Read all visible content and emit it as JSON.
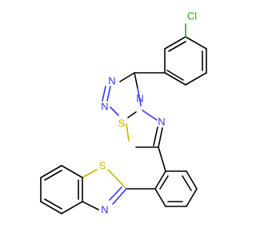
{
  "molecule": {
    "atom_labels": {
      "chlorine": "Cl",
      "triazole_n1": "N",
      "triazole_n2": "N",
      "bridge_n": "N",
      "thiadiazole_n": "N",
      "thiadiazole_s": "S",
      "benzothiazole_s": "S",
      "benzothiazole_n": "N"
    },
    "colors": {
      "carbon_bond": "#000000",
      "nitrogen": "#3333ee",
      "sulfur": "#c9b400",
      "chlorine": "#22aa22"
    }
  }
}
